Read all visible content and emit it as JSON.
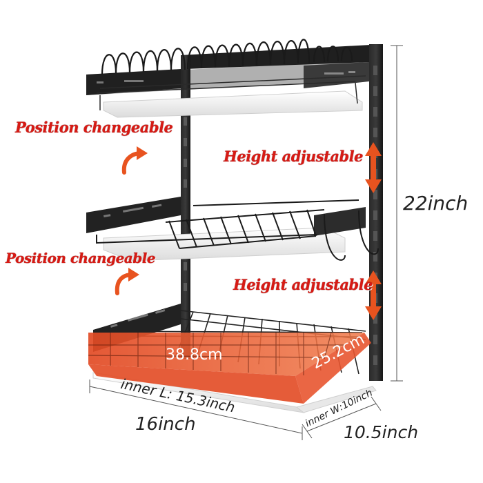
{
  "callouts": {
    "position_top": "Position changeable",
    "position_bottom": "Position changeable",
    "height_top": "Height adjustable",
    "height_bottom": "Height adjustable"
  },
  "dimensions": {
    "total_height": "22inch",
    "inner_length_cm": "38.8cm",
    "inner_width_cm": "25.2cm",
    "inner_length_in": "inner L: 15.3inch",
    "inner_width_in": "inner W:10inch",
    "outer_length": "16inch",
    "outer_width": "10.5inch"
  },
  "colors": {
    "callout_red": "#d71a14",
    "highlight_orange": "#e8522c",
    "rack_black": "#1c1c1c"
  }
}
